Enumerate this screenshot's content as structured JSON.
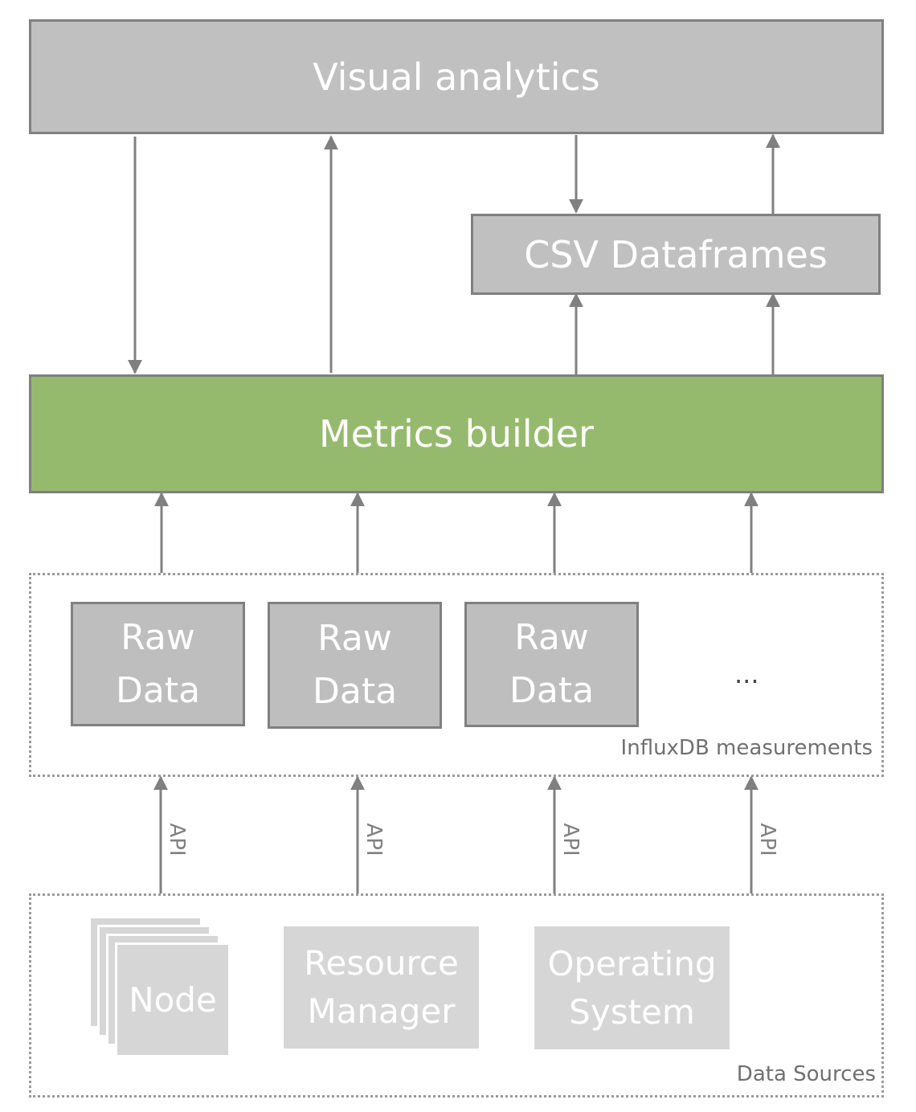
{
  "visual_analytics": {
    "label": "Visual analytics"
  },
  "csv_dataframes": {
    "label": "CSV Dataframes"
  },
  "metrics_builder": {
    "label": "Metrics builder"
  },
  "influx_group": {
    "caption": "InfluxDB measurements",
    "raw_items": [
      {
        "label": "Raw\nData"
      },
      {
        "label": "Raw\nData"
      },
      {
        "label": "Raw\nData"
      }
    ],
    "ellipsis": "..."
  },
  "api_labels": [
    "API",
    "API",
    "API",
    "API"
  ],
  "sources_group": {
    "caption": "Data Sources",
    "node": {
      "label": "Node"
    },
    "resource_manager": {
      "label": "Resource\nManager"
    },
    "operating_system": {
      "label": "Operating\nSystem"
    }
  },
  "colors": {
    "box_gray": "#c0c0c0",
    "metrics_green": "#96ba6d",
    "source_gray": "#d6d6d6",
    "stroke": "#808080"
  }
}
